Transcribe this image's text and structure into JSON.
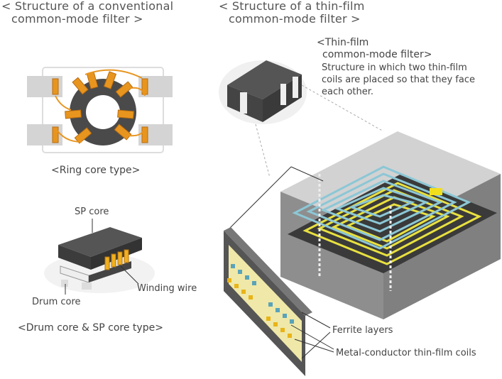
{
  "left": {
    "heading_line1": "< Structure of a conventional",
    "heading_line2": "common-mode filter >",
    "ring_caption": "<Ring core type>",
    "drum_caption": "<Drum core & SP core type>",
    "sp_core_label": "SP core",
    "winding_wire_label": "Winding wire",
    "drum_core_label": "Drum core"
  },
  "right": {
    "heading_line1": "< Structure of a thin-film",
    "heading_line2": "common-mode filter >",
    "callout_title_line1": "<Thin-film",
    "callout_title_line2": "common-mode filter>",
    "callout_desc_line1": "Structure in which two thin-film",
    "callout_desc_line2": "coils are placed so that they face",
    "callout_desc_line3": "each other.",
    "ferrite_label": "Ferrite layers",
    "coils_label": "Metal-conductor thin-film coils"
  },
  "colors": {
    "orange": "#e8951f",
    "yellow": "#f2df1c",
    "teal": "#6fb3c4",
    "dark_gray": "#4a4a4a"
  }
}
